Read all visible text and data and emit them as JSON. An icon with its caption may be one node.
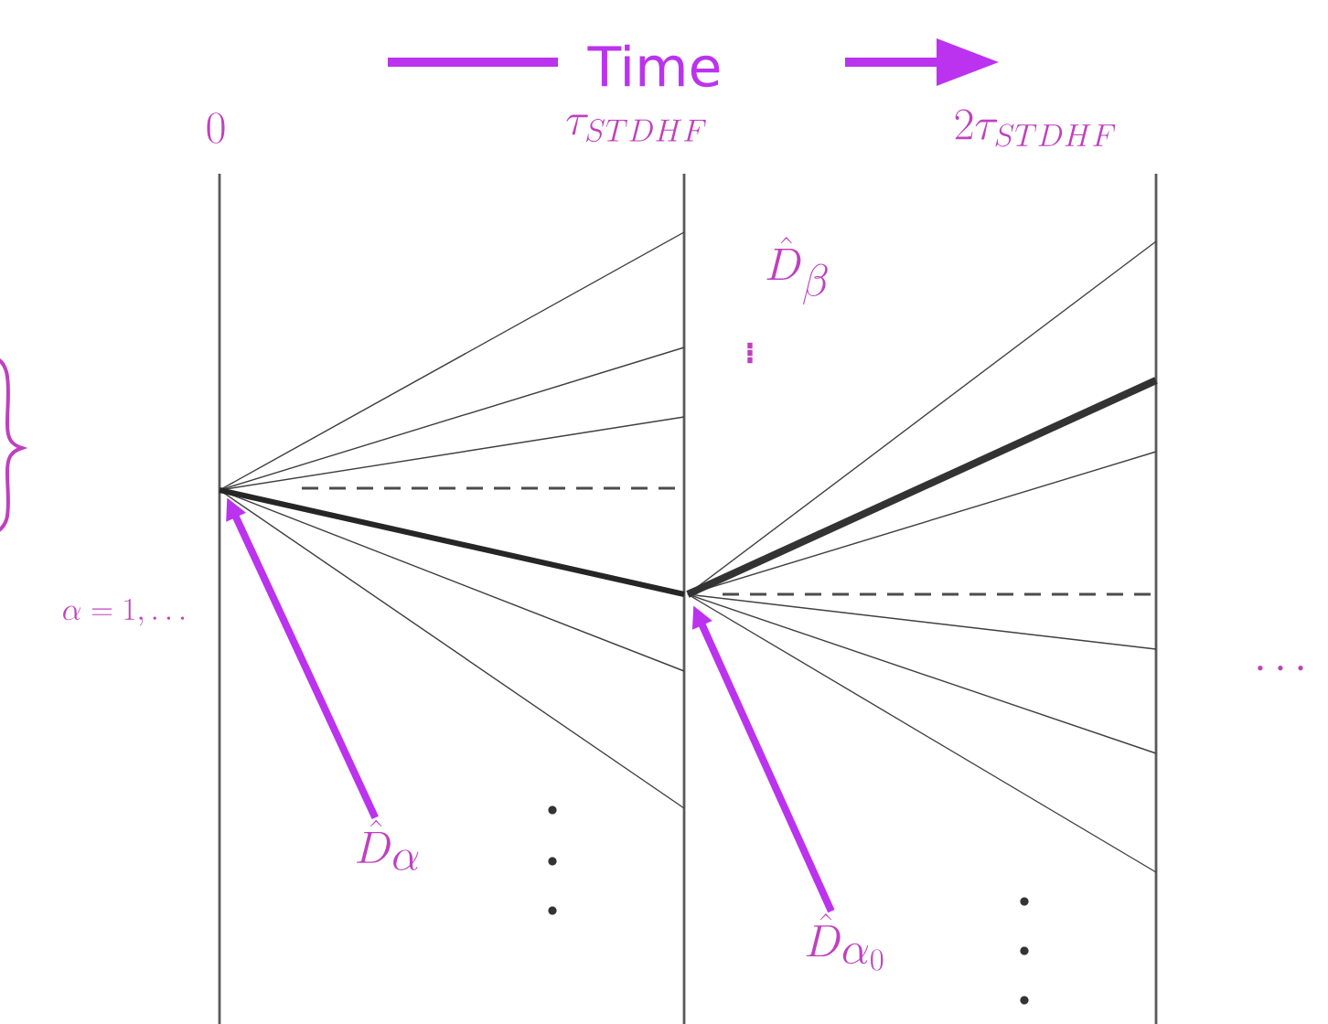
{
  "diagram": {
    "nodes": [
      {
        "text": [
          "\\hat{D}_\\alpha"
        ]
      },
      {
        "text": [
          "\\hat{D}_{\\alpha_0}"
        ]
      }
    ],
    "edges": [
      {
        "from": 0,
        "to": null,
        "arrow": "to"
      },
      {
        "from": 1,
        "to": null,
        "arrow": "to"
      }
    ],
    "labels": [
      "Time",
      "0",
      "\\tau_{STDHF}",
      "2\\tau_{STDHF}",
      "\\hat{D}_\\beta",
      "\\vdots",
      "\\alpha=1,\\ldots",
      "\\cdots"
    ]
  }
}
